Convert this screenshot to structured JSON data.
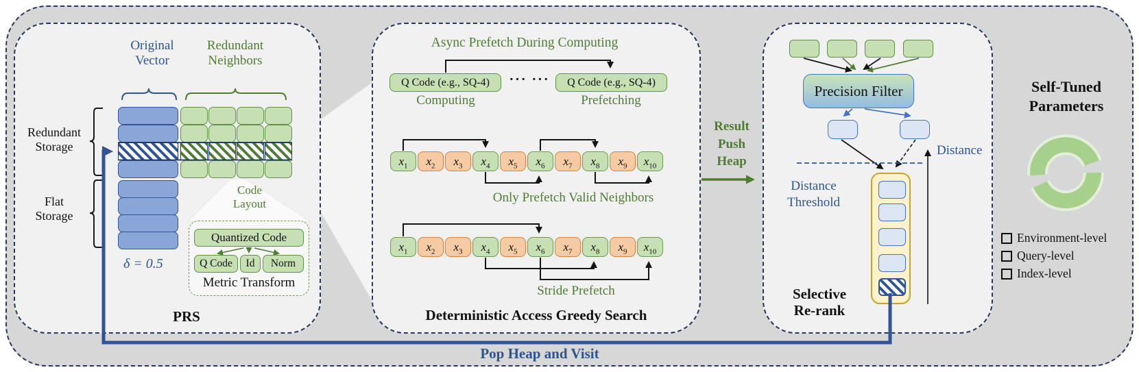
{
  "figure": {
    "outer_bg": "#d7d7d7",
    "panel_bg": "#f1f1f1",
    "border_navy": "#24365e",
    "accent_blue": "#2d5492",
    "accent_green": "#4e7c31",
    "cell_blue": "#8aa5d8",
    "cell_green": "#c6e0b4",
    "cell_orange": "#f6caa2",
    "heap_fill": "#fdf2cc",
    "heap_border": "#c8a22b"
  },
  "prs": {
    "title": "PRS",
    "original_vector": "Original\nVector",
    "redundant_neighbors": "Redundant\nNeighbors",
    "redundant_storage": "Redundant\nStorage",
    "flat_storage": "Flat\nStorage",
    "delta": "δ = 0.5",
    "code_layout": "Code\nLayout",
    "quantized_code": "Quantized Code",
    "q_code": "Q Code",
    "id": "Id",
    "norm": "Norm",
    "metric_transform": "Metric Transform"
  },
  "greedy": {
    "title": "Deterministic Access Greedy Search",
    "async_title": "Async Prefetch During Computing",
    "qcode_left": "Q Code (e.g., SQ-4)",
    "qcode_right": "Q Code (e.g., SQ-4)",
    "dots": "··· ···",
    "computing": "Computing",
    "prefetching": "Prefetching",
    "caption_valid": "Only Prefetch Valid Neighbors",
    "caption_stride": "Stride Prefetch",
    "nodes": [
      {
        "base": "x",
        "sub": "1",
        "type": "green"
      },
      {
        "base": "x",
        "sub": "2",
        "type": "orange"
      },
      {
        "base": "x",
        "sub": "3",
        "type": "orange"
      },
      {
        "base": "x",
        "sub": "4",
        "type": "green"
      },
      {
        "base": "x",
        "sub": "5",
        "type": "orange"
      },
      {
        "base": "x",
        "sub": "6",
        "type": "green"
      },
      {
        "base": "x",
        "sub": "7",
        "type": "orange"
      },
      {
        "base": "x",
        "sub": "8",
        "type": "green"
      },
      {
        "base": "x",
        "sub": "9",
        "type": "orange"
      },
      {
        "base": "x",
        "sub": "10",
        "type": "green"
      }
    ]
  },
  "result_push": {
    "label": "Result\nPush\nHeap"
  },
  "rerank": {
    "title": "Selective\nRe-rank",
    "precision_filter": "Precision Filter",
    "distance": "Distance",
    "distance_threshold": "Distance\nThreshold"
  },
  "self_tuned": {
    "title": "Self-Tuned\nParameters",
    "items": [
      {
        "label": "Environment-level"
      },
      {
        "label": "Query-level"
      },
      {
        "label": "Index-level"
      }
    ]
  },
  "footer": {
    "pop_heap": "Pop Heap and Visit"
  }
}
